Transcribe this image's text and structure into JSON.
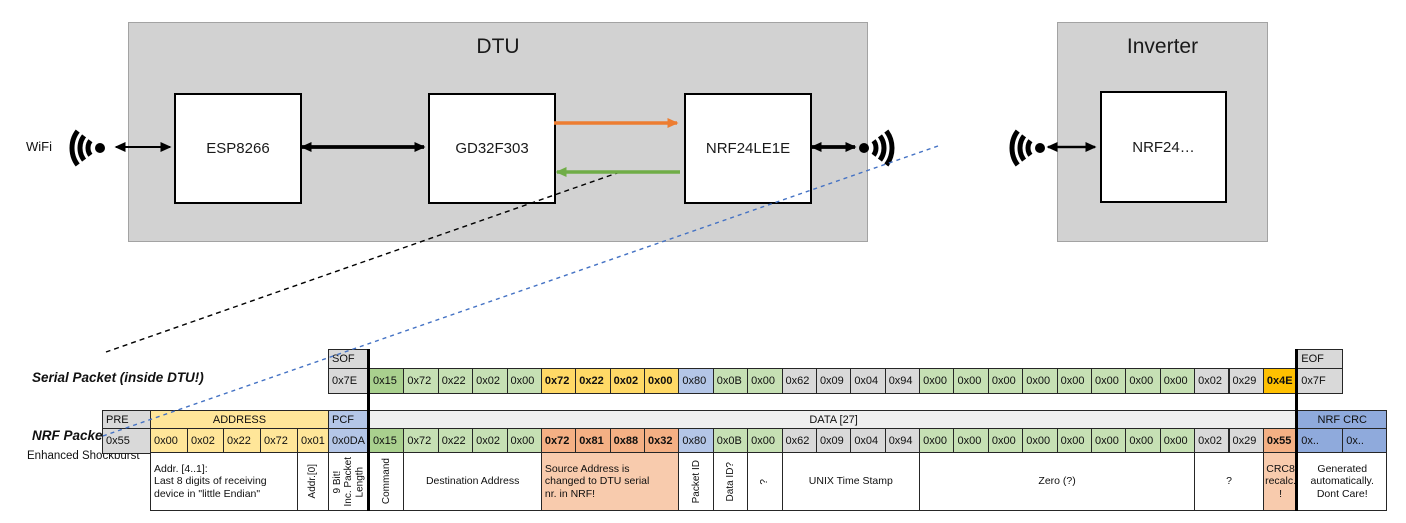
{
  "diagram": {
    "wifi_label": "WiFi",
    "dtu": {
      "title": "DTU",
      "components": [
        "ESP8266",
        "GD32F303",
        "NRF24LE1E"
      ]
    },
    "inverter": {
      "title": "Inverter",
      "component": "NRF24…"
    }
  },
  "serial_packet": {
    "label": "Serial Packet (inside DTU!)",
    "header": [
      {
        "col": 7,
        "t": "SOF",
        "c": "gy"
      },
      {
        "col": 35,
        "t": "EOF",
        "c": "gy"
      }
    ],
    "bytes": [
      {
        "t": "0x7E",
        "c": "gy"
      },
      {
        "t": "0x15",
        "c": "g1"
      },
      {
        "t": "0x72",
        "c": "g2"
      },
      {
        "t": "0x22",
        "c": "g2"
      },
      {
        "t": "0x02",
        "c": "g2"
      },
      {
        "t": "0x00",
        "c": "g2"
      },
      {
        "t": "0x72",
        "c": "gd",
        "b": 1
      },
      {
        "t": "0x22",
        "c": "gd",
        "b": 1
      },
      {
        "t": "0x02",
        "c": "gd",
        "b": 1
      },
      {
        "t": "0x00",
        "c": "gd",
        "b": 1
      },
      {
        "t": "0x80",
        "c": "bl"
      },
      {
        "t": "0x0B",
        "c": "g2"
      },
      {
        "t": "0x00",
        "c": "g2"
      },
      {
        "t": "0x62",
        "c": "gy"
      },
      {
        "t": "0x09",
        "c": "gy"
      },
      {
        "t": "0x04",
        "c": "gy"
      },
      {
        "t": "0x94",
        "c": "gy"
      },
      {
        "t": "0x00",
        "c": "g2"
      },
      {
        "t": "0x00",
        "c": "g2"
      },
      {
        "t": "0x00",
        "c": "g2"
      },
      {
        "t": "0x00",
        "c": "g2"
      },
      {
        "t": "0x00",
        "c": "g2"
      },
      {
        "t": "0x00",
        "c": "g2"
      },
      {
        "t": "0x00",
        "c": "g2"
      },
      {
        "t": "0x00",
        "c": "g2"
      },
      {
        "t": "0x02",
        "c": "gy"
      },
      {
        "t": "0x29",
        "c": "gy"
      },
      {
        "t": "0x4E",
        "c": "am",
        "b": 1
      },
      {
        "t": "0x7F",
        "c": "gy"
      }
    ]
  },
  "nrf_packet": {
    "label": "NRF Packet",
    "sublabel": "Enhanced Shockburst",
    "header": [
      {
        "col": 1,
        "t": "PRE",
        "c": "gy"
      },
      {
        "col": 2,
        "span": 5,
        "t": "ADDRESS",
        "c": "yl",
        "a": "c"
      },
      {
        "col": 7,
        "t": "PCF",
        "c": "bl"
      },
      {
        "col": 8,
        "span": 27,
        "t": "DATA [27]",
        "c": "lg",
        "a": "c"
      },
      {
        "col": 35,
        "span": 2,
        "t": "NRF CRC",
        "c": "b2",
        "a": "c"
      }
    ],
    "bytes": [
      {
        "t": "0x55",
        "c": "gy"
      },
      {
        "t": "0x00",
        "c": "yl"
      },
      {
        "t": "0x02",
        "c": "yl"
      },
      {
        "t": "0x22",
        "c": "yl"
      },
      {
        "t": "0x72",
        "c": "yl"
      },
      {
        "t": "0x01",
        "c": "yl"
      },
      {
        "t": "0x0DA",
        "c": "bl"
      },
      {
        "t": "0x15",
        "c": "g1"
      },
      {
        "t": "0x72",
        "c": "g2"
      },
      {
        "t": "0x22",
        "c": "g2"
      },
      {
        "t": "0x02",
        "c": "g2"
      },
      {
        "t": "0x00",
        "c": "g2"
      },
      {
        "t": "0x72",
        "c": "sm",
        "b": 1
      },
      {
        "t": "0x81",
        "c": "sm",
        "b": 1
      },
      {
        "t": "0x88",
        "c": "sm",
        "b": 1
      },
      {
        "t": "0x32",
        "c": "sm",
        "b": 1
      },
      {
        "t": "0x80",
        "c": "bl"
      },
      {
        "t": "0x0B",
        "c": "g2"
      },
      {
        "t": "0x00",
        "c": "g2"
      },
      {
        "t": "0x62",
        "c": "gy"
      },
      {
        "t": "0x09",
        "c": "gy"
      },
      {
        "t": "0x04",
        "c": "gy"
      },
      {
        "t": "0x94",
        "c": "gy"
      },
      {
        "t": "0x00",
        "c": "g2"
      },
      {
        "t": "0x00",
        "c": "g2"
      },
      {
        "t": "0x00",
        "c": "g2"
      },
      {
        "t": "0x00",
        "c": "g2"
      },
      {
        "t": "0x00",
        "c": "g2"
      },
      {
        "t": "0x00",
        "c": "g2"
      },
      {
        "t": "0x00",
        "c": "g2"
      },
      {
        "t": "0x00",
        "c": "g2"
      },
      {
        "t": "0x02",
        "c": "gy"
      },
      {
        "t": "0x29",
        "c": "gy"
      },
      {
        "t": "0x55",
        "c": "sm",
        "b": 1
      },
      {
        "t": "0x..",
        "c": "b2"
      },
      {
        "t": "0x..",
        "c": "b2"
      }
    ],
    "notes": [
      {
        "col": 2,
        "span": 4,
        "t": "Addr. [4..1]:\nLast 8 digits of receiving\ndevice in \"little Endian\"",
        "a": "l"
      },
      {
        "col": 6,
        "t": "Addr.[0]",
        "rot": 1
      },
      {
        "col": 7,
        "t": "9 Bit!\nInc. Packet\nLength",
        "rot": 1
      },
      {
        "col": 8,
        "t": "Command",
        "rot": 1
      },
      {
        "col": 9,
        "span": 4,
        "t": "Destination Address"
      },
      {
        "col": 13,
        "span": 4,
        "t": "Source Address is\nchanged to DTU serial\nnr. in NRF!",
        "c": "s2",
        "a": "l"
      },
      {
        "col": 17,
        "t": "Packet ID",
        "rot": 1
      },
      {
        "col": 18,
        "t": "Data ID?",
        "rot": 1
      },
      {
        "col": 19,
        "t": "?",
        "rot": 1
      },
      {
        "col": 20,
        "span": 4,
        "t": "UNIX Time Stamp"
      },
      {
        "col": 24,
        "span": 8,
        "t": "Zero (?)"
      },
      {
        "col": 32,
        "span": 2,
        "t": "?"
      },
      {
        "col": 34,
        "t": "CRC8\nrecalc.\n!",
        "c": "s2"
      },
      {
        "col": 35,
        "span": 2,
        "t": "Generated\nautomatically.\nDont Care!"
      }
    ]
  },
  "colors": {
    "box_fill": "#d2d2d2",
    "gray_cell": "#d9d9d9",
    "light_yellow": "#ffe699",
    "gold": "#ffd966",
    "amber": "#ffc000",
    "light_blue": "#b4c6e7",
    "medium_blue": "#8faadc",
    "medium_green": "#a9d08e",
    "light_green": "#c6e0b4",
    "salmon": "#f4b084",
    "light_salmon": "#f8cbad",
    "orange_arrow": "#ed7d31",
    "green_arrow": "#70ad47",
    "blue_dash": "#4472c4"
  }
}
